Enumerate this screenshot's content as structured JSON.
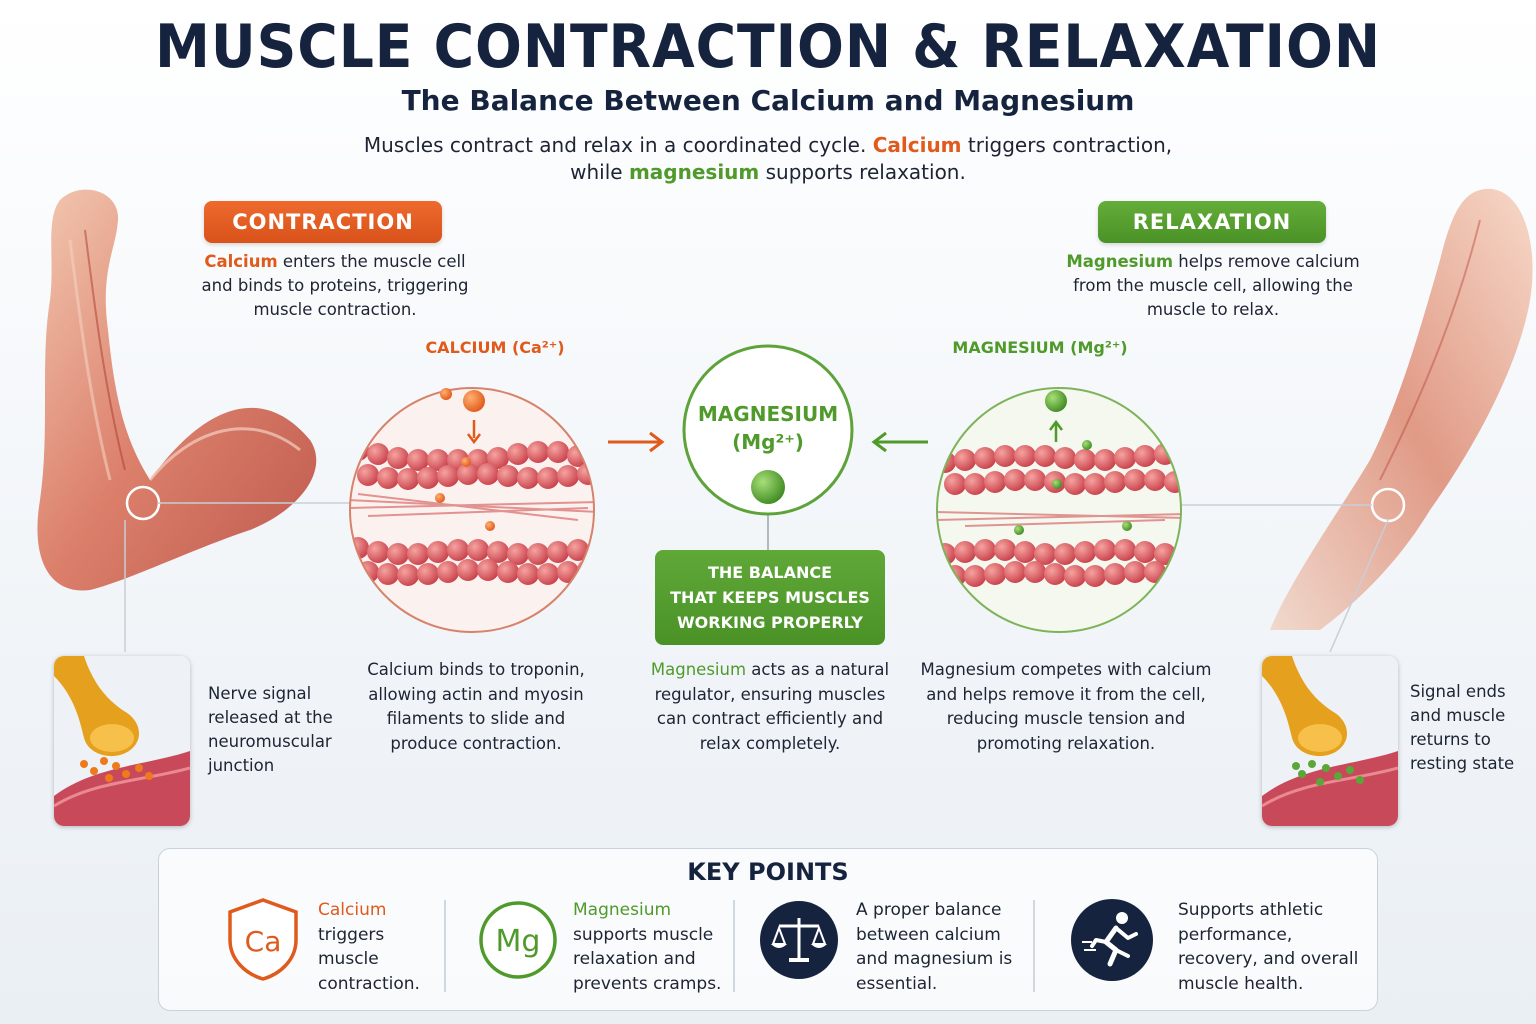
{
  "header": {
    "title": "MUSCLE CONTRACTION & RELAXATION",
    "subtitle": "The Balance Between Calcium and Magnesium",
    "intro_1": "Muscles contract and relax in a coordinated cycle. ",
    "intro_calcium": "Calcium",
    "intro_2": " triggers contraction,",
    "intro_3": "while ",
    "intro_magnesium": "magnesium",
    "intro_4": " supports relaxation."
  },
  "contraction": {
    "badge": "CONTRACTION",
    "desc_highlight": "Calcium",
    "desc_rest": " enters the muscle cell and binds to proteins, triggering muscle contraction.",
    "ion_label": "CALCIUM (Ca²⁺)",
    "bottom_text": "Calcium binds to troponin, allowing actin and myosin filaments to slide and produce contraction.",
    "side_text": "Nerve signal released at the neuromuscular junction"
  },
  "relaxation": {
    "badge": "RELAXATION",
    "desc_highlight": "Magnesium",
    "desc_rest": " helps remove calcium from the muscle cell, allowing the muscle to relax.",
    "ion_label": "MAGNESIUM (Mg²⁺)",
    "bottom_text": "Magnesium competes with calcium and helps remove it from the cell, reducing muscle tension and promoting relaxation.",
    "side_text": "Signal ends and muscle returns to resting state"
  },
  "center": {
    "circle_line1": "MAGNESIUM",
    "circle_line2": "(Mg²⁺)",
    "balance_line1": "THE BALANCE",
    "balance_line2": "THAT KEEPS MUSCLES",
    "balance_line3": "WORKING PROPERLY",
    "bottom_highlight": "Magnesium",
    "bottom_rest": " acts as a natural regulator, ensuring muscles can contract efficiently and relax completely."
  },
  "key_points": {
    "title": "KEY POINTS",
    "items": [
      {
        "icon": "Ca",
        "highlight": "Calcium",
        "text": "triggers muscle contraction."
      },
      {
        "icon": "Mg",
        "highlight": "Magnesium",
        "text": "supports muscle relaxation and prevents cramps."
      },
      {
        "icon": "balance-scale-icon",
        "highlight": "",
        "text": "A proper balance between calcium and magnesium is essential."
      },
      {
        "icon": "runner-icon",
        "highlight": "",
        "text": "Supports athletic performance, recovery, and overall muscle health."
      }
    ]
  },
  "colors": {
    "calcium": "#e05a1c",
    "magnesium": "#4f9a2a",
    "navy": "#16233f"
  }
}
